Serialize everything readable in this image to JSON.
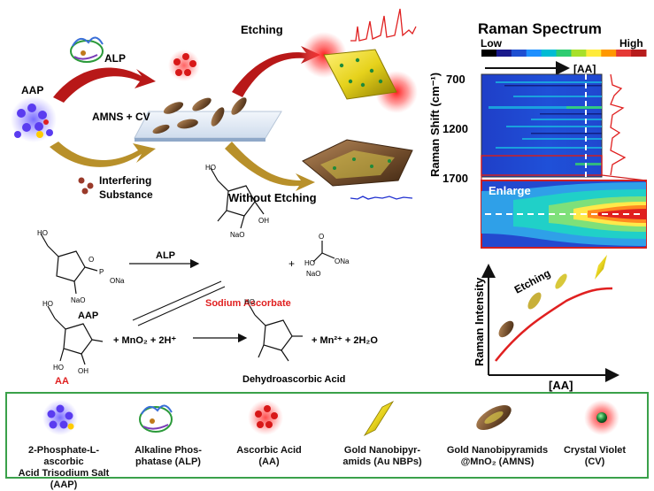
{
  "top_left": {
    "aap_label": "AAP",
    "alp_label": "ALP",
    "amns_cv_label": "AMNS + CV",
    "etching_label": "Etching",
    "interfering_line1": "Interfering",
    "interfering_line2": "Substance",
    "without_etching_label": "Without Etching"
  },
  "raman": {
    "title": "Raman Spectrum",
    "low": "Low",
    "high": "High",
    "aa_axis": "[AA]",
    "ylabel": "Raman Shift (cm⁻¹)",
    "ticks": [
      "700",
      "1200",
      "1700"
    ],
    "enlarge": "Enlarge",
    "colorbar": [
      "#000000",
      "#1a1a8c",
      "#1f4fd1",
      "#1e90ff",
      "#00bcd4",
      "#2ecc71",
      "#a8e02a",
      "#ffeb3b",
      "#ff9800",
      "#e53935",
      "#b71c1c"
    ]
  },
  "reaction": {
    "aap": "AAP",
    "alp_arrow": "ALP",
    "sodium_ascorbate": "Sodium Ascorbate",
    "aa": "AA",
    "reagents": "+ MnO₂ + 2H⁺",
    "products": "+ Mn²⁺ + 2H₂O",
    "dha": "Dehydroascorbic Acid",
    "atoms": {
      "ho": "HO",
      "oh": "OH",
      "o": "O",
      "p": "P",
      "ona": "ONa",
      "nao": "NaO",
      "plus": "+"
    }
  },
  "intensity_plot": {
    "ylabel": "Raman Intensity",
    "xlabel": "[AA]",
    "etching": "Etching"
  },
  "legend": [
    {
      "line1": "2-Phosphate-L-ascorbic",
      "line2": "Acid Trisodium Salt (AAP)",
      "icon": "aap-molecule-icon"
    },
    {
      "line1": "Alkaline Phos-",
      "line2": "phatase (ALP)",
      "icon": "alp-protein-icon"
    },
    {
      "line1": "Ascorbic Acid",
      "line2": "(AA)",
      "icon": "aa-molecule-icon"
    },
    {
      "line1": "Gold Nanobipyr-",
      "line2": "amids (Au NBPs)",
      "icon": "au-nbp-icon"
    },
    {
      "line1": "Gold Nanobipyramids",
      "line2": "@MnO₂ (AMNS)",
      "icon": "amns-icon"
    },
    {
      "line1": "Crystal Violet",
      "line2": "(CV)",
      "icon": "cv-icon"
    }
  ],
  "colors": {
    "legend_border": "#3aa14a",
    "red": "#e02020",
    "blue_line": "#2030d0",
    "arrow_red": "#b81818",
    "arrow_gold": "#b8902a"
  }
}
